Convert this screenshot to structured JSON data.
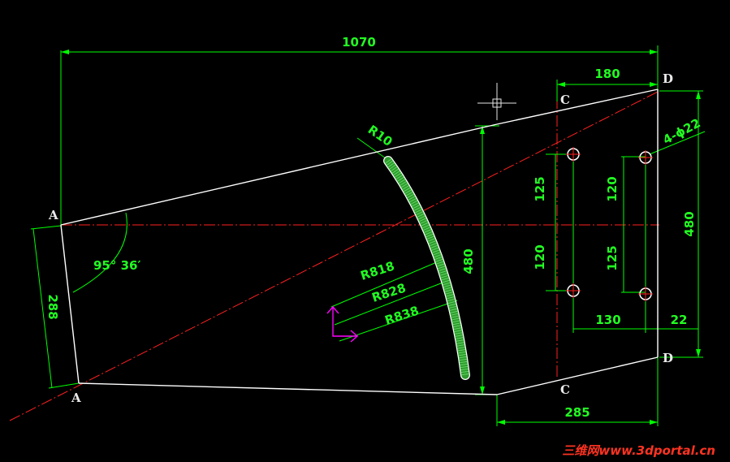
{
  "colors": {
    "background": "#000000",
    "outline": "#ffffff",
    "dimension": "#00ff00",
    "centerline": "#ff2020",
    "arc_hatch": "#33aa33",
    "ucs_icon": "#ff00ff",
    "watermark": "#ff3322"
  },
  "dimensions": {
    "overall_length": "1070",
    "top_right_width": "180",
    "left_height": "288",
    "angle": "95° 36′",
    "fillet_radius": "R10",
    "radius_inner": "R818",
    "radius_mid": "R828",
    "radius_outer": "R838",
    "section_height": "480",
    "hole_spacing_upper_left": "125",
    "hole_spacing_lower_left": "120",
    "hole_spacing_upper_right": "120",
    "hole_spacing_lower_right": "125",
    "right_height": "480",
    "holes": "4-ϕ22",
    "hole_spacing_horizontal": "130",
    "edge_offset": "22",
    "bottom_width": "285"
  },
  "points": {
    "a_top": "A",
    "a_bottom": "A",
    "c_top": "C",
    "c_bottom": "C",
    "d_top": "D",
    "d_bottom": "D"
  },
  "watermark": "三维网www.3dportal.cn",
  "icons": [
    "crosshair-cursor-icon",
    "ucs-axis-icon"
  ]
}
